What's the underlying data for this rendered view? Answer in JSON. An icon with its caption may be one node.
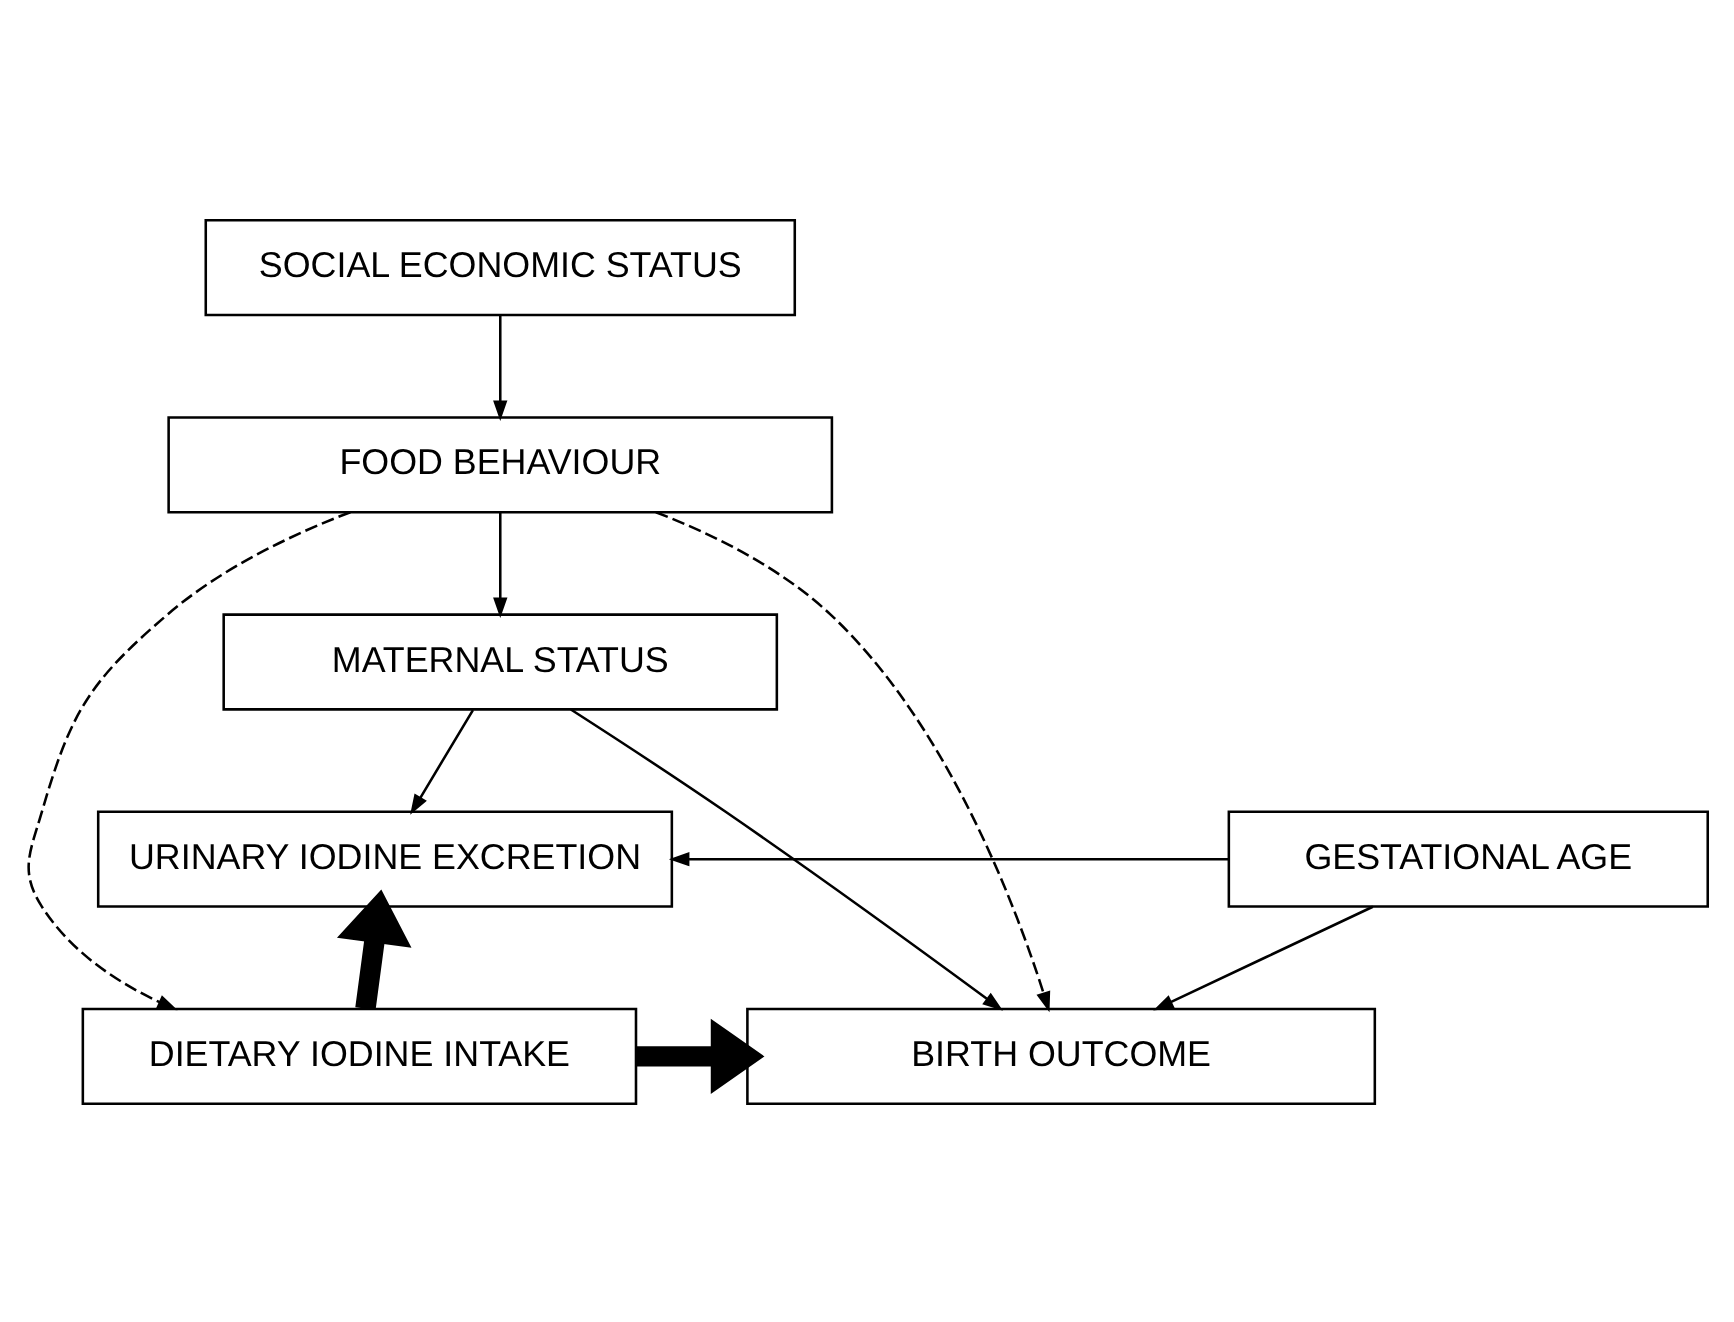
{
  "diagram": {
    "nodes": [
      {
        "text": [
          "SOCIAL ECONOMIC STATUS"
        ]
      },
      {
        "text": [
          "FOOD BEHAVIOUR"
        ]
      },
      {
        "text": [
          "MATERNAL STATUS"
        ]
      },
      {
        "text": [
          "GESTATIONAL AGE"
        ]
      },
      {
        "text": [
          "URINARY IODINE EXCRETION"
        ]
      },
      {
        "text": [
          "DIETARY IODINE INTAKE"
        ]
      },
      {
        "text": [
          "BIRTH OUTCOME"
        ]
      }
    ],
    "edges": [
      {
        "from": 0,
        "to": 1,
        "arrow": "to"
      },
      {
        "from": 1,
        "to": 5,
        "arrow": "to",
        "style": "dashed"
      },
      {
        "from": 1,
        "to": 2,
        "arrow": "to"
      },
      {
        "from": 1,
        "to": 6,
        "arrow": "to",
        "style": "dashed"
      },
      {
        "from": 2,
        "to": 4,
        "arrow": "to"
      },
      {
        "from": 2,
        "to": 6,
        "arrow": "to"
      },
      {
        "from": 3,
        "to": 4,
        "arrow": "to"
      },
      {
        "from": 3,
        "to": 6,
        "arrow": "to"
      },
      {
        "from": 5,
        "to": 4,
        "arrow": "to",
        "style": "thick"
      },
      {
        "from": 5,
        "to": 6,
        "arrow": "to",
        "style": "thick"
      }
    ]
  }
}
